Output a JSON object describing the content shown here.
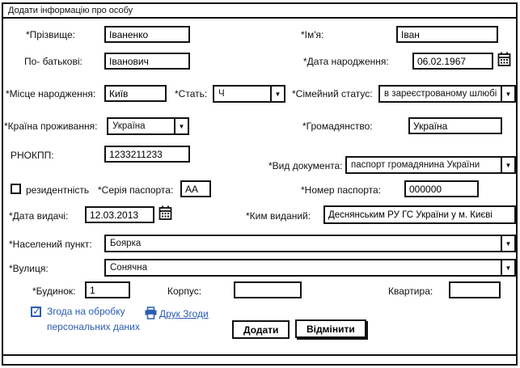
{
  "window": {
    "title": "Додати інформацію про особу"
  },
  "icons": {
    "dropdown_arrow": "▼"
  },
  "fields": {
    "surname": {
      "label": "*Прізвище:",
      "value": "Іваненко"
    },
    "first_name": {
      "label": "*Ім'я:",
      "value": "Іван"
    },
    "patronymic": {
      "label": "По- батькові:",
      "value": "Іванович"
    },
    "birth_date": {
      "label": "*Дата народження:",
      "value": "06.02.1967"
    },
    "birth_place": {
      "label": "*Місце народження:",
      "value": "Київ"
    },
    "gender": {
      "label": "*Стать:",
      "value": "Ч"
    },
    "marital_status": {
      "label": "*Сімейний статус:",
      "value": "в зареєстрованому шлюбі"
    },
    "residence_country": {
      "label": "*Країна проживання:",
      "value": "Україна"
    },
    "citizenship": {
      "label": "*Громадянство:",
      "value": "Україна"
    },
    "tax_id": {
      "label": "РНОКПП:",
      "value": "1233211233"
    },
    "document_type": {
      "label": "*Вид документа:",
      "value": "паспорт громадянина України"
    },
    "residency": {
      "label": "резидентність",
      "checked": false
    },
    "passport_series": {
      "label": "*Серія паспорта:",
      "value": "АА"
    },
    "passport_number": {
      "label": "*Номер паспорта:",
      "value": "000000"
    },
    "issue_date": {
      "label": "*Дата видачі:",
      "value": "12.03.2013"
    },
    "issued_by": {
      "label": "*Ким виданий:",
      "value": "Деснянським РУ ГС України у м. Києві"
    },
    "settlement": {
      "label": "*Населений пункт:",
      "value": "Боярка"
    },
    "street": {
      "label": "*Вулиця:",
      "value": "Сонячна"
    },
    "building": {
      "label": "*Будинок:",
      "value": "1"
    },
    "block": {
      "label": "Корпус:",
      "value": ""
    },
    "apartment": {
      "label": "Квартира:",
      "value": ""
    }
  },
  "consent": {
    "checked": true,
    "line1": "Згода на обробку",
    "line2": "персональних даних",
    "print_label": "Друк Згоди"
  },
  "buttons": {
    "add": "Додати",
    "cancel": "Відмінити"
  }
}
